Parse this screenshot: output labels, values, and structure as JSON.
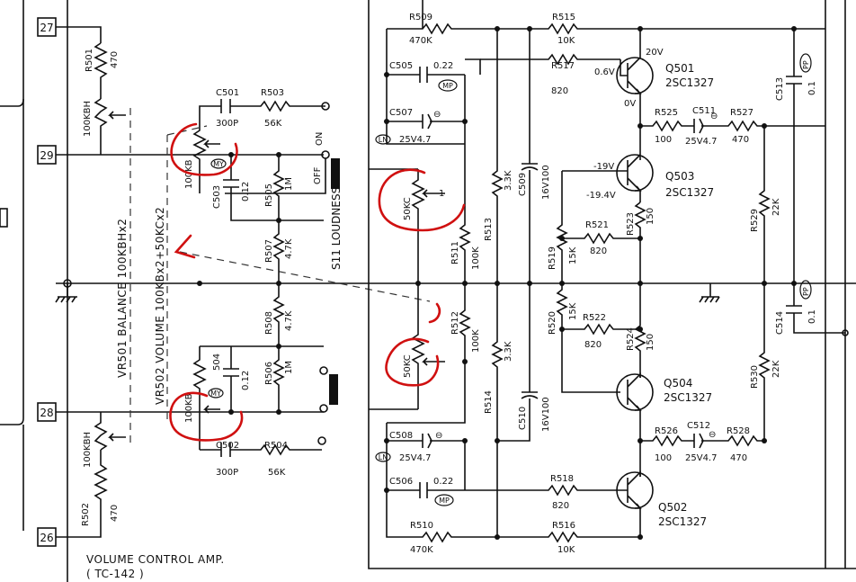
{
  "terminals": {
    "t27": "27",
    "t29": "29",
    "t28": "28",
    "t26": "26"
  },
  "volume_ctrl": {
    "r501_name": "R501",
    "r501_val": "470",
    "r502_name": "R502",
    "r502_val": "470",
    "pot_balance_top": "100KBH",
    "pot_balance_bot": "100KBH",
    "vr501_text": "VR501  BALANCE  100KBHx2",
    "vr502_text": "VR502  VOLUME  100KBx2+50KCx2",
    "pot_upper": "100KB",
    "pot_lower": "100KB",
    "c501_name": "C501",
    "c501_val": "300P",
    "c502_name": "C502",
    "c502_val": "300P",
    "r503_name": "R503",
    "r503_val": "56K",
    "r504_name": "R504",
    "r504_val": "56K",
    "c503_name": "C503",
    "c503_val": "0.12",
    "c504_name": "504",
    "c504_val": "0.12",
    "my_label": "MY",
    "r505_name": "R505",
    "r505_val": "1M",
    "r506_name": "R506",
    "r506_val": "1M",
    "r507_name": "R507",
    "r507_val": "4.7K",
    "r508_name": "R508",
    "r508_val": "4.7K",
    "on_label": "ON",
    "off_label": "OFF",
    "s11_label": "S11  LOUDNESS"
  },
  "amp": {
    "r509_name": "R509",
    "r509_val": "470K",
    "r510_name": "R510",
    "r510_val": "470K",
    "r515_name": "R515",
    "r515_val": "10K",
    "r516_name": "R516",
    "r516_val": "10K",
    "r517_name": "R517",
    "r517_val": "820",
    "r518_name": "R518",
    "r518_val": "820",
    "c505_name": "C505",
    "c505_val": "0.22",
    "c506_name": "C506",
    "c506_val": "0.22",
    "mp_label": "MP",
    "c507_name": "C507",
    "c507_val": "25V4.7",
    "c508_name": "C508",
    "c508_val": "25V4.7",
    "ln_label": "LN",
    "minus_sign": "⊖",
    "pot50kc_upper": "50KC",
    "pot50kc_lower": "50KC",
    "r511_name": "R511",
    "r511_val": "100K",
    "r512_name": "R512",
    "r512_val": "100K",
    "r513_name": "R513",
    "r513_val": "3.3K",
    "r514_name": "R514",
    "r514_val": "3.3K",
    "c509_name": "C509",
    "c509_val": "16V100",
    "c510_name": "C510",
    "c510_val": "16V100",
    "q501_name": "Q501",
    "q501_type": "2SC1327",
    "q502_name": "Q502",
    "q502_type": "2SC1327",
    "q503_name": "Q503",
    "q503_type": "2SC1327",
    "q504_name": "Q504",
    "q504_type": "2SC1327",
    "v_20": "20V",
    "v_06": "0.6V",
    "v_0": "0V",
    "v_m19": "-19V",
    "v_m194": "-19.4V",
    "r525_name": "R525",
    "r525_val": "100",
    "r526_name": "R526",
    "r526_val": "100",
    "c511_name": "C511",
    "c511_val": "25V4.7",
    "c512_name": "C512",
    "c512_val": "25V4.7",
    "r527_name": "R527",
    "r527_val": "470",
    "r528_name": "R528",
    "r528_val": "470",
    "r519_name": "R519",
    "r519_val": "15K",
    "r520_name": "R520",
    "r520_val": "15K",
    "r521_name": "R521",
    "r521_val": "820",
    "r522_name": "R522",
    "r522_val": "820",
    "r523_name": "R523",
    "r523_val": "150",
    "r524_name": "R524",
    "r524_val": "150",
    "r529_name": "R529",
    "r529_val": "22K",
    "r530_name": "R530",
    "r530_val": "22K",
    "c513_name": "C513",
    "c513_val": "0.1",
    "c514_name": "C514",
    "c514_val": "0.1",
    "pp_label": "PP"
  },
  "title": {
    "line1": "VOLUME CONTROL AMP.",
    "line2": "( TC-142 )"
  },
  "pot_tap_label": "1",
  "annotation_color": "#d01010"
}
